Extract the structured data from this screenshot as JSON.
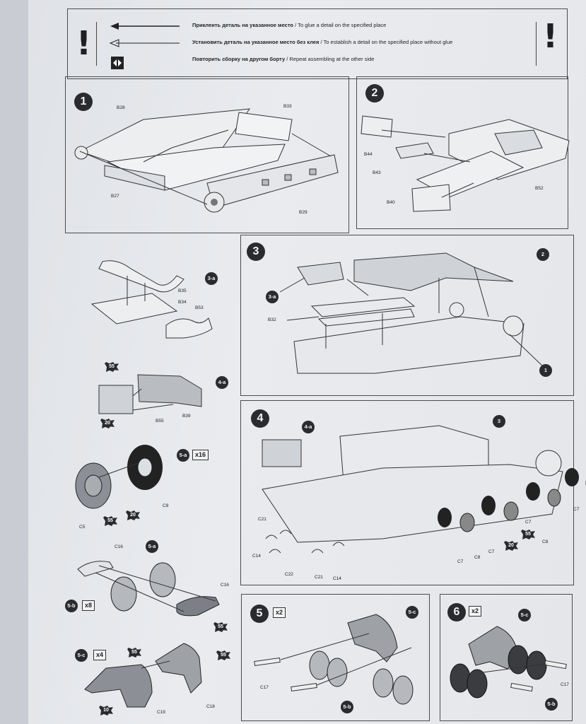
{
  "legend": {
    "glue": {
      "ru": "Приклеить деталь на указанное место",
      "en": " / To glue a detail on the specified place"
    },
    "noglue": {
      "ru": "Установить деталь на указанное место без клея",
      "en": " / To establish a detail on the specified place without glue"
    },
    "repeat": {
      "ru": "Повторить сборку на другом борту",
      "en": " / Repeat assembling at the other side"
    },
    "mark": "!"
  },
  "steps": {
    "s1": {
      "num": "1",
      "parts": {
        "b28": "B28",
        "b33": "B33",
        "b27": "B27",
        "b29": "B29"
      }
    },
    "s2": {
      "num": "2",
      "parts": {
        "b44": "B44",
        "b43": "B43",
        "b40": "B40",
        "b52": "B52"
      }
    },
    "s3a": {
      "num": "3-a",
      "parts": {
        "b35": "B35",
        "b34": "B34",
        "b53": "B53"
      }
    },
    "s3": {
      "num": "3",
      "refs": {
        "r2": "2",
        "r3a": "3-a",
        "r1": "1"
      },
      "parts": {
        "b32": "B32"
      }
    },
    "s4a": {
      "num": "4-a",
      "stars": {
        "s55": "55",
        "s20": "20"
      },
      "parts": {
        "b55": "B55",
        "b39": "B39"
      }
    },
    "s4": {
      "num": "4",
      "refs": {
        "r4a": "4-a",
        "r3": "3"
      },
      "parts": {
        "c21a": "C21",
        "c14a": "C14",
        "c22": "C22",
        "c21b": "C21",
        "c14b": "C14",
        "c7a": "C7",
        "c8a": "C8",
        "c7b": "C7",
        "c7c": "C7",
        "c7d": "C7",
        "c8b": "C8"
      },
      "stars": {
        "s20": "20",
        "s55": "55"
      }
    },
    "s5a": {
      "num": "5-a",
      "mult": "x16",
      "parts": {
        "c5": "C5",
        "c8": "C8"
      },
      "stars": {
        "s55": "55",
        "s20": "20"
      }
    },
    "s5b": {
      "num": "5-b",
      "mult": "x8",
      "refs": {
        "r5a": "5-a"
      },
      "parts": {
        "c16a": "C16",
        "c16b": "C16"
      },
      "stars": {
        "s55": "55"
      }
    },
    "s5c": {
      "num": "5-c",
      "mult": "x4",
      "parts": {
        "c19": "C19",
        "c18": "C18"
      },
      "stars": {
        "s55a": "55",
        "s55b": "55",
        "s10": "10"
      }
    },
    "s5": {
      "num": "5",
      "mult": "x2",
      "refs": {
        "r5c": "5-c",
        "r5b": "5-b"
      },
      "parts": {
        "c17": "C17"
      }
    },
    "s6": {
      "num": "6",
      "mult": "x2",
      "refs": {
        "r5c": "5-c",
        "r5b": "5-b"
      },
      "parts": {
        "c17": "C17"
      }
    }
  }
}
